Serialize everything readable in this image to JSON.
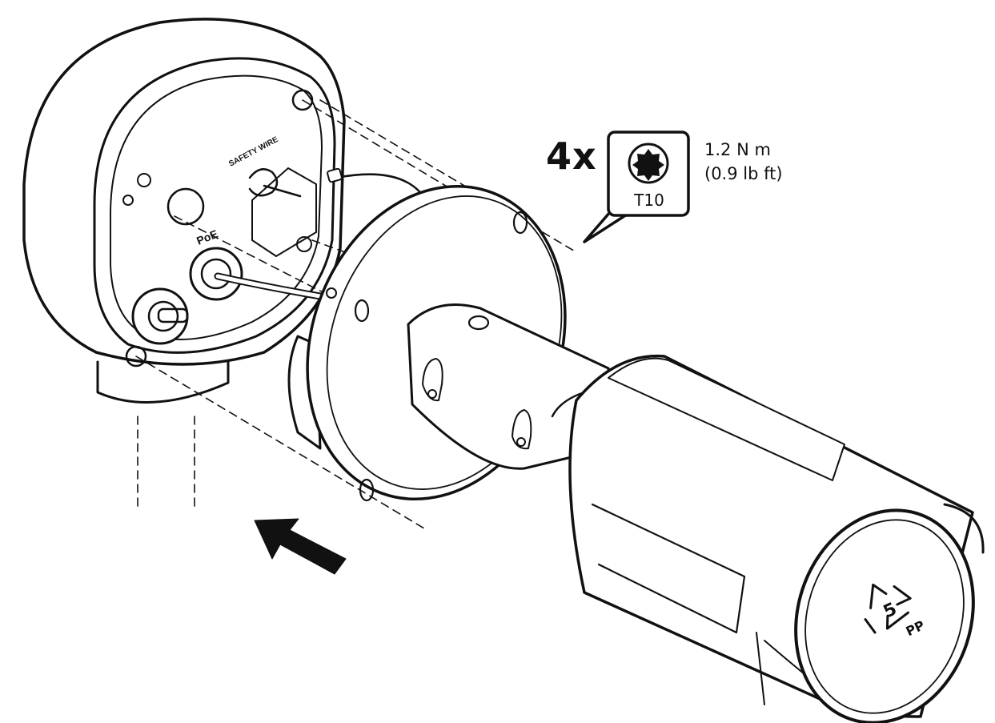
{
  "callout": {
    "quantity": "4x",
    "tool_label": "T10",
    "torque_metric": "1.2 N m",
    "torque_imperial": "(0.9 lb ft)"
  },
  "housing_labels": {
    "safety_wire": "SAFETY WIRE",
    "poe": "PoE",
    "resin_code": "5",
    "resin_name": "PP"
  },
  "icons": [
    "torx-t10-icon",
    "push-arrow-icon",
    "recycle-pp-icon"
  ],
  "colors": {
    "line": "#111111",
    "fill": "#ffffff"
  }
}
